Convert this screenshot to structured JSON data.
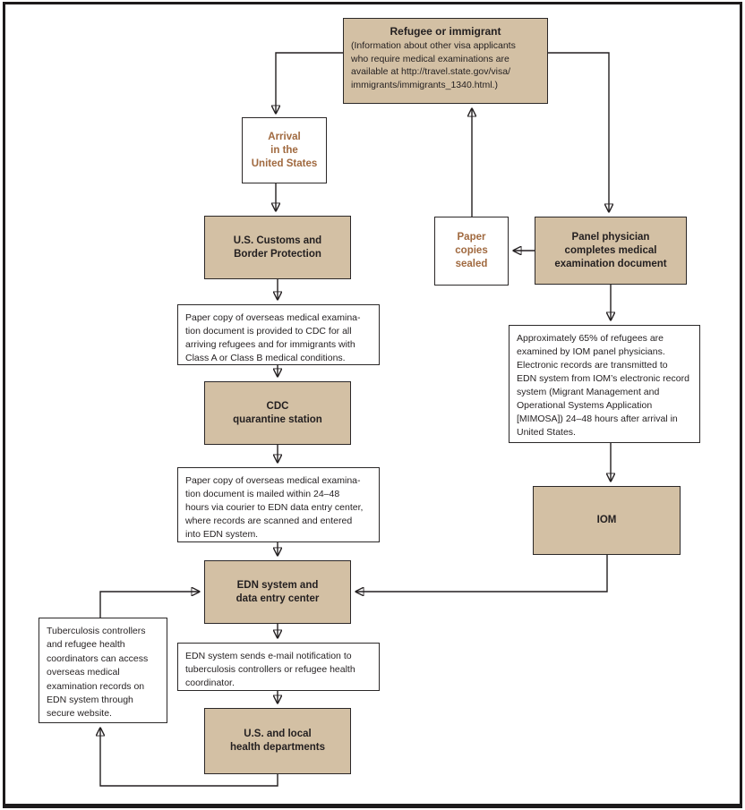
{
  "colors": {
    "tan_fill": "#d3c0a4",
    "accent_text": "#a0693f",
    "line": "#231f20"
  },
  "nodes": {
    "refugee": {
      "title": "Refugee or immigrant",
      "body_lines": [
        "(Information about other visa applicants",
        "who require medical examinations are",
        "available at http://travel.state.gov/visa/",
        "immigrants/immigrants_1340.html.)"
      ]
    },
    "arrival": {
      "lines": [
        "Arrival",
        "in the",
        "United States"
      ]
    },
    "customs": {
      "lines": [
        "U.S. Customs and",
        "Border Protection"
      ]
    },
    "note_customs": {
      "lines": [
        "Paper copy of overseas medical examina-",
        "tion document is provided to CDC for all",
        "arriving refugees and for immigrants with",
        "Class A or Class B medical conditions."
      ]
    },
    "cdc": {
      "lines": [
        "CDC",
        "quarantine station"
      ]
    },
    "note_mailed": {
      "lines": [
        "Paper copy of overseas medical examina-",
        "tion document is mailed within 24–48",
        "hours via courier to EDN data entry center,",
        "where records are scanned and entered",
        "into EDN system."
      ]
    },
    "edn": {
      "lines": [
        "EDN system and",
        "data entry center"
      ]
    },
    "note_email": {
      "lines": [
        "EDN system sends e-mail notification to",
        "tuberculosis controllers or refugee health",
        "coordinator."
      ]
    },
    "health": {
      "lines": [
        "U.S. and local",
        "health departments"
      ]
    },
    "tb_note": {
      "lines": [
        "Tuberculosis controllers",
        "and refugee health",
        "coordinators can access",
        "overseas medical",
        "examination records on",
        "EDN system through",
        "secure website."
      ]
    },
    "paper": {
      "lines": [
        "Paper",
        "copies",
        "sealed"
      ]
    },
    "panel": {
      "lines": [
        "Panel physician",
        "completes medical",
        "examination document"
      ]
    },
    "note_iom": {
      "lines": [
        "Approximately 65% of refugees are",
        "examined by IOM panel physicians.",
        "Electronic records are transmitted to",
        "EDN system from IOM’s electronic record",
        "system (Migrant Management and",
        "Operational Systems Application",
        "[MIMOSA]) 24–48 hours after arrival in",
        "United States."
      ]
    },
    "iom": {
      "label": "IOM"
    }
  }
}
